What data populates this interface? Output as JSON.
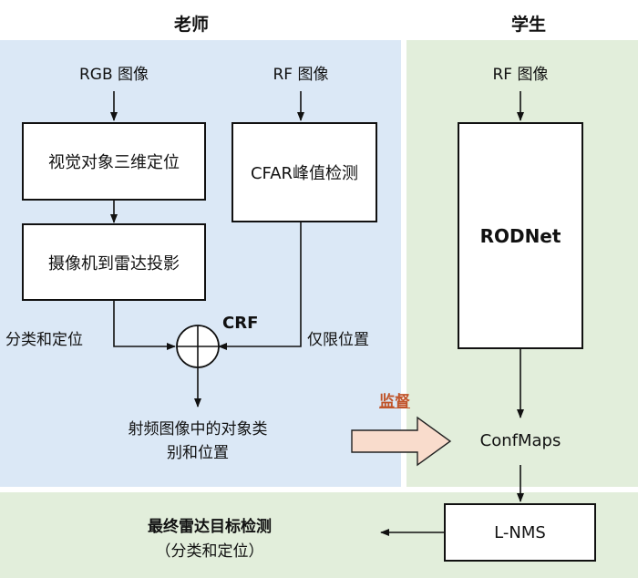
{
  "sections": {
    "teacher": "老师",
    "student": "学生"
  },
  "inputs": {
    "rgb": "RGB 图像",
    "rf_teacher": "RF 图像",
    "rf_student": "RF 图像"
  },
  "boxes": {
    "visual_3d": "视觉对象三维定位",
    "cam_to_radar": "摄像机到雷达投影",
    "cfar": "CFAR峰值检测",
    "rodnet": "RODNet",
    "lnms": "L-NMS"
  },
  "labels": {
    "classify_locate": "分类和定位",
    "location_only": "仅限位置",
    "crf": "CRF",
    "output_line1": "射频图像中的对象类",
    "output_line2": "别和位置",
    "supervise": "监督",
    "confmaps": "ConfMaps",
    "final_line1": "最终雷达目标检测",
    "final_line2": "（分类和定位）"
  },
  "colors": {
    "teacher_bg": "#dbe8f6",
    "student_bg": "#e2eedb",
    "supervise_text": "#c0542a",
    "supervise_arrow_fill": "#f9dccc",
    "supervise_arrow_stroke": "#222222"
  }
}
